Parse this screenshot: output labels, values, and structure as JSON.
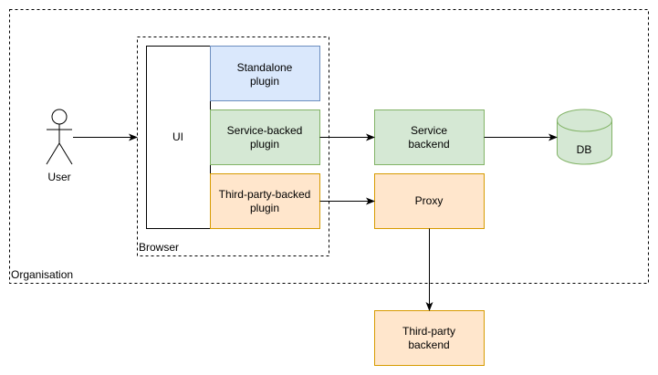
{
  "containers": {
    "organisation": {
      "label": "Organisation"
    },
    "browser": {
      "label": "Browser"
    }
  },
  "nodes": {
    "user": {
      "label": "User"
    },
    "ui": {
      "label": "UI"
    },
    "standalone_plugin": {
      "line1": "Standalone",
      "line2": "plugin",
      "fill": "#dae8fc",
      "stroke": "#6c8ebf"
    },
    "service_backed_plugin": {
      "line1": "Service-backed",
      "line2": "plugin",
      "fill": "#d5e8d4",
      "stroke": "#82b366"
    },
    "third_party_backed_plugin": {
      "line1": "Third-party-backed",
      "line2": "plugin",
      "fill": "#ffe6cc",
      "stroke": "#d79b00"
    },
    "service_backend": {
      "line1": "Service",
      "line2": "backend",
      "fill": "#d5e8d4",
      "stroke": "#82b366"
    },
    "proxy": {
      "label": "Proxy",
      "fill": "#ffe6cc",
      "stroke": "#d79b00"
    },
    "db": {
      "label": "DB",
      "fill": "#d5e8d4",
      "stroke": "#82b366"
    },
    "third_party_backend": {
      "line1": "Third-party",
      "line2": "backend",
      "fill": "#ffe6cc",
      "stroke": "#d79b00"
    }
  }
}
